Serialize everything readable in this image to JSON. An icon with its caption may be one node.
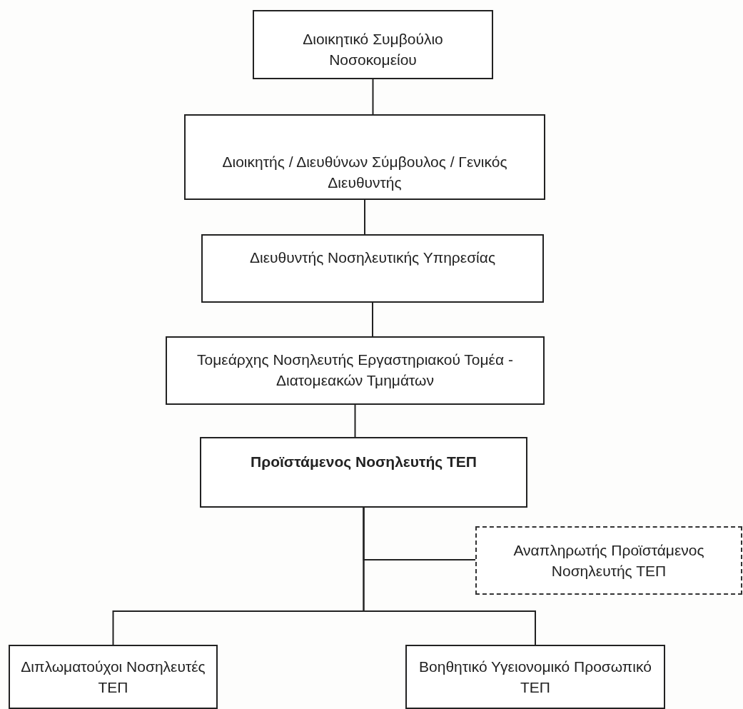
{
  "diagram": {
    "nodes": [
      {
        "text": [
          "Διοικητικό Συμβούλιο Νοσοκομείου"
        ]
      },
      {
        "text": [
          "Διοικητής / Διευθύνων Σύμβουλος / Γενικός Διευθυντής"
        ]
      },
      {
        "text": [
          "Διευθυντής Νοσηλευτικής Υπηρεσίας"
        ]
      },
      {
        "text": [
          "Τομεάρχης Νοσηλευτής Εργαστηριακού Τομέα - Διατομεακών Τμημάτων"
        ]
      },
      {
        "text": [
          "Προϊστάμενος Νοσηλευτής ΤΕΠ"
        ]
      },
      {
        "text": [
          "Αναπληρωτής Προϊστάμενος Νοσηλευτής ΤΕΠ"
        ]
      },
      {
        "text": [
          "Διπλωματούχοι Νοσηλευτές ΤΕΠ"
        ]
      },
      {
        "text": [
          "Βοηθητικό Υγειονομικό Προσωπικό ΤΕΠ"
        ]
      }
    ],
    "edges": [
      {
        "from": 0,
        "to": 1,
        "arrow": "none"
      },
      {
        "from": 1,
        "to": 2,
        "arrow": "none"
      },
      {
        "from": 2,
        "to": 3,
        "arrow": "none"
      },
      {
        "from": 3,
        "to": 4,
        "arrow": "none"
      },
      {
        "from": 4,
        "to": 5,
        "arrow": "none"
      },
      {
        "from": 4,
        "to": 6,
        "arrow": "none"
      },
      {
        "from": 4,
        "to": 7,
        "arrow": "none"
      }
    ]
  }
}
